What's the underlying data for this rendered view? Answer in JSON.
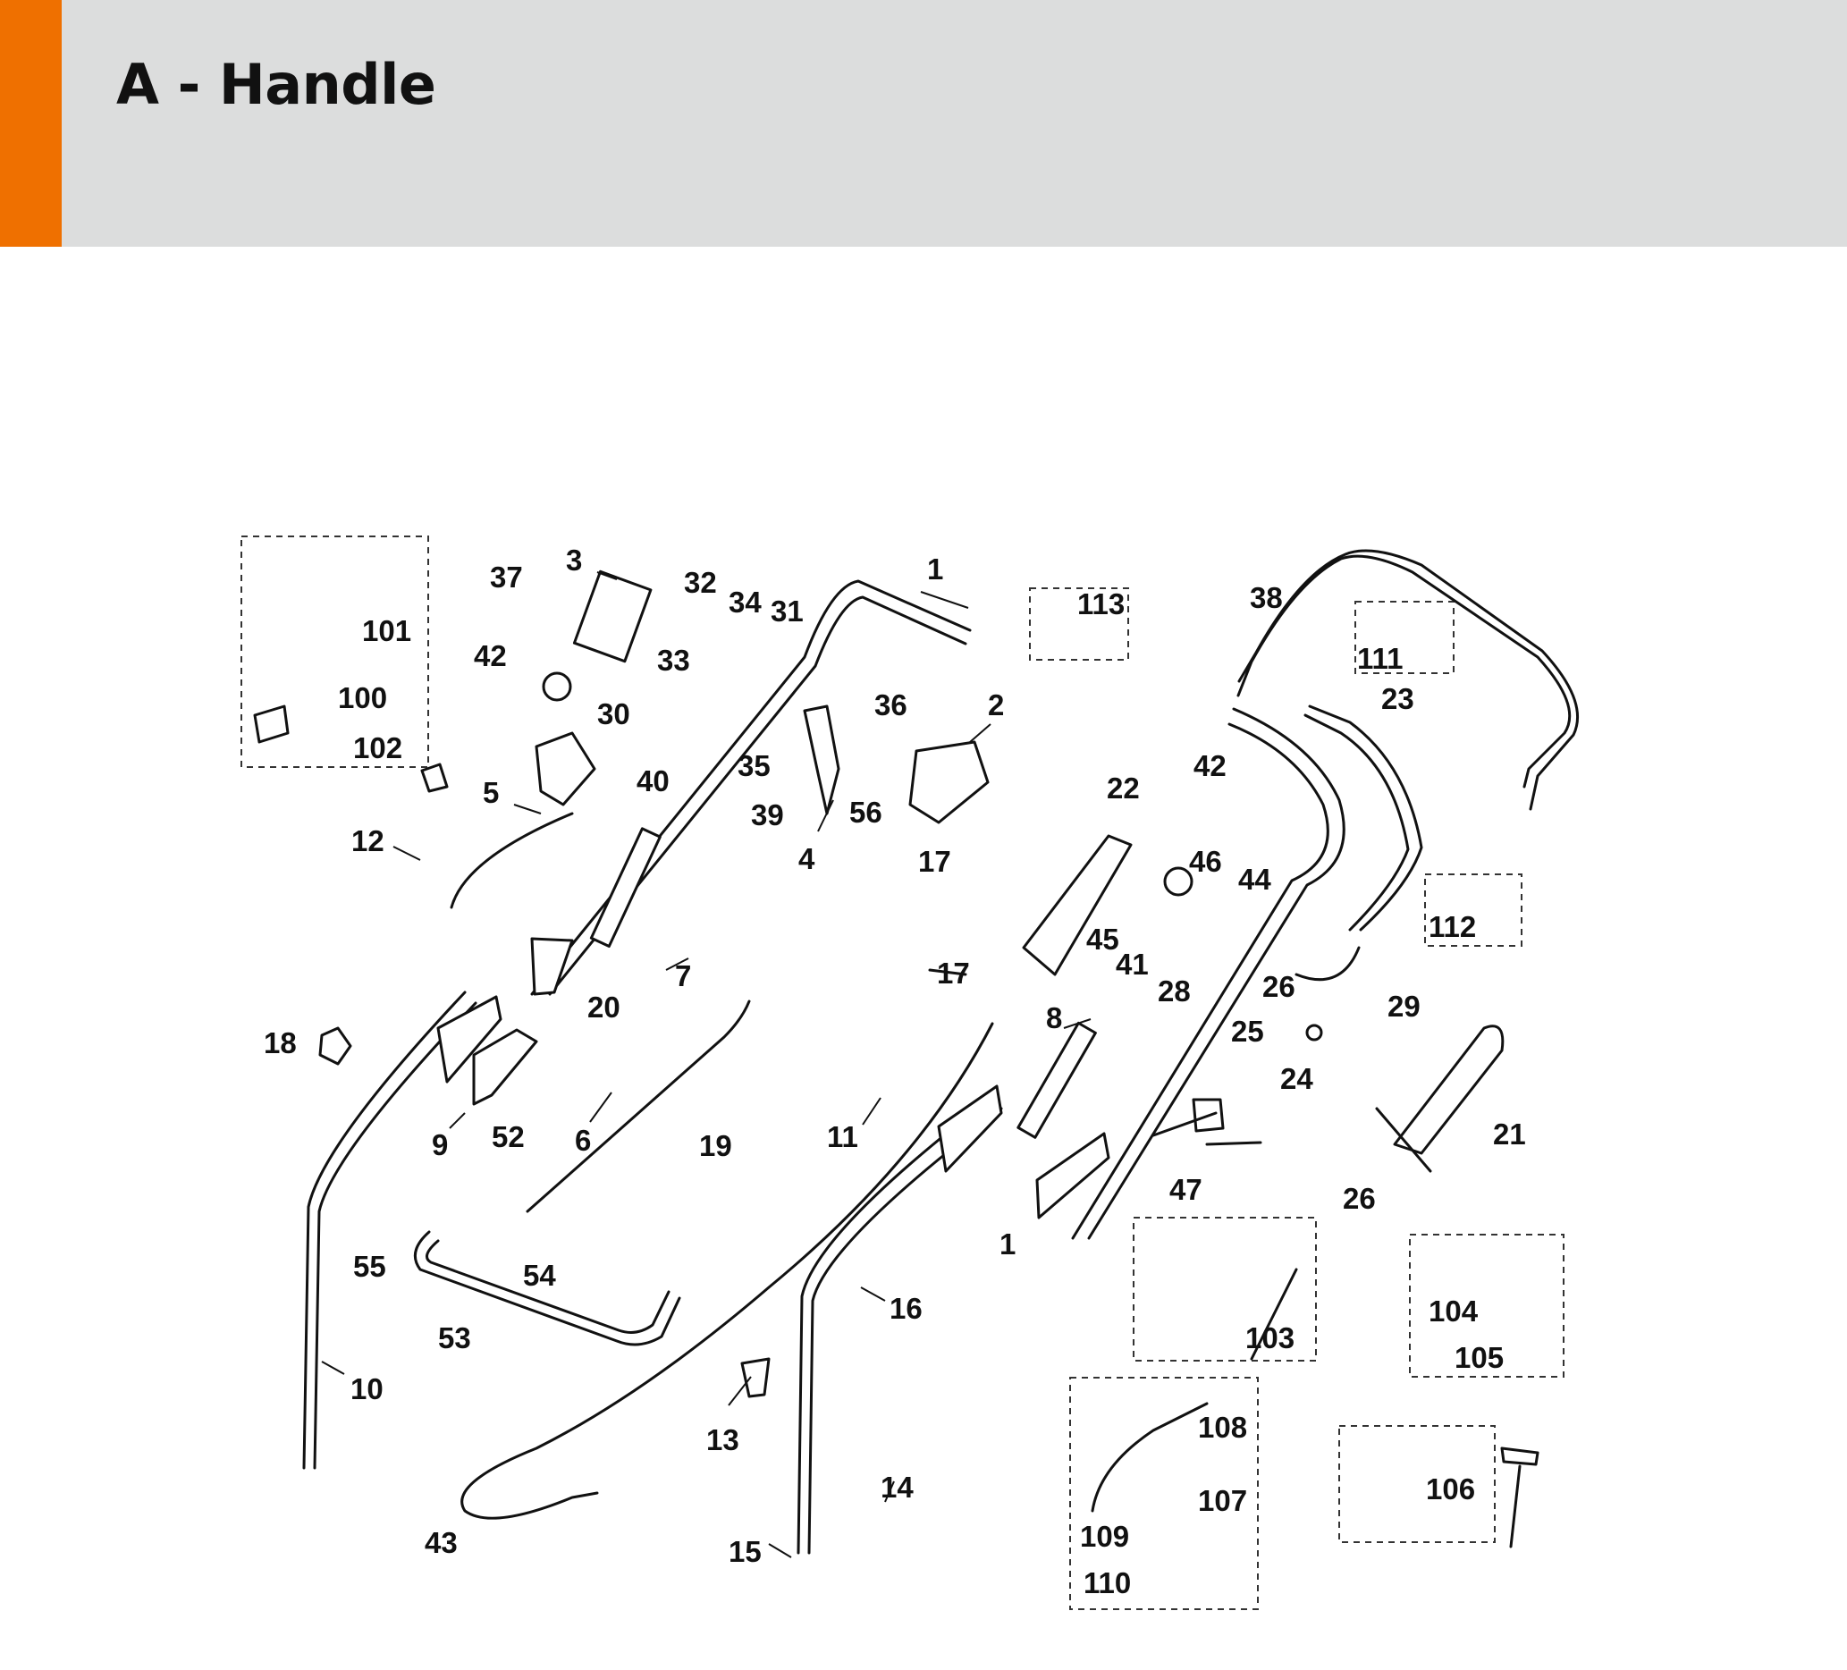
{
  "header": {
    "title": "A - Handle",
    "accent_color": "#ef7000",
    "background_color": "#dcdddd"
  },
  "diagram": {
    "labels": [
      "1",
      "2",
      "3",
      "4",
      "5",
      "6",
      "7",
      "8",
      "9",
      "10",
      "11",
      "12",
      "13",
      "14",
      "15",
      "16",
      "17",
      "17",
      "18",
      "19",
      "20",
      "21",
      "22",
      "23",
      "24",
      "25",
      "26",
      "26",
      "28",
      "29",
      "30",
      "31",
      "32",
      "33",
      "34",
      "35",
      "36",
      "37",
      "38",
      "39",
      "40",
      "41",
      "42",
      "42",
      "43",
      "44",
      "45",
      "46",
      "47",
      "52",
      "53",
      "54",
      "55",
      "56",
      "1",
      "100",
      "101",
      "102",
      "103",
      "104",
      "105",
      "106",
      "107",
      "108",
      "109",
      "110",
      "111",
      "112",
      "113"
    ]
  }
}
